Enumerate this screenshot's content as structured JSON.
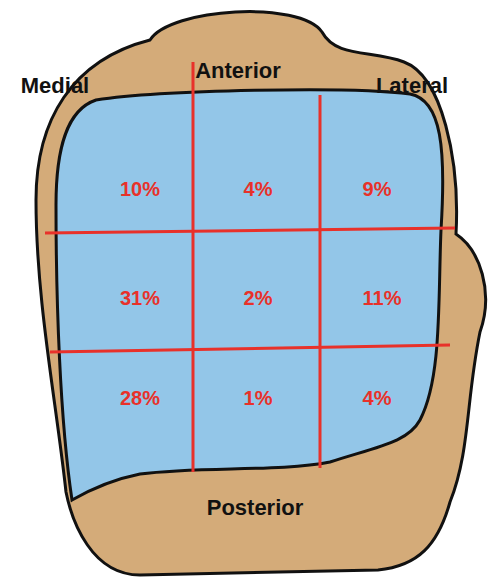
{
  "diagram": {
    "labels": [
      "Medial",
      "Anterior",
      "Lateral",
      "10%",
      "4%",
      "9%",
      "31%",
      "2%",
      "11%",
      "28%",
      "1%",
      "4%",
      "Posterior"
    ]
  }
}
